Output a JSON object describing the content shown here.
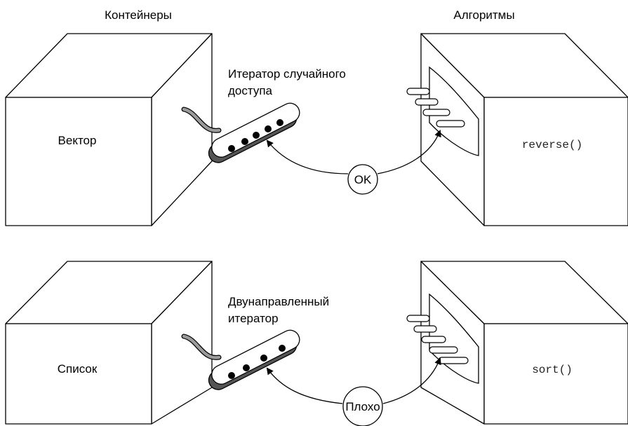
{
  "headers": {
    "containers": "Контейнеры",
    "algorithms": "Алгоритмы"
  },
  "rows": [
    {
      "container": "Вектор",
      "iterator_line1": "Итератор случайного",
      "iterator_line2": "доступа",
      "algorithm": "reverse()",
      "verdict": "OK"
    },
    {
      "container": "Список",
      "iterator_line1": "Двунаправленный",
      "iterator_line2": "итератор",
      "algorithm": "sort()",
      "verdict": "Плохо"
    }
  ],
  "colors": {
    "stroke": "#000000",
    "cable": "#9a9a9a",
    "plug_fill": "#ffffff",
    "plug_shadow": "#555555",
    "pin_fill": "#ffffff",
    "dot": "#000000"
  }
}
